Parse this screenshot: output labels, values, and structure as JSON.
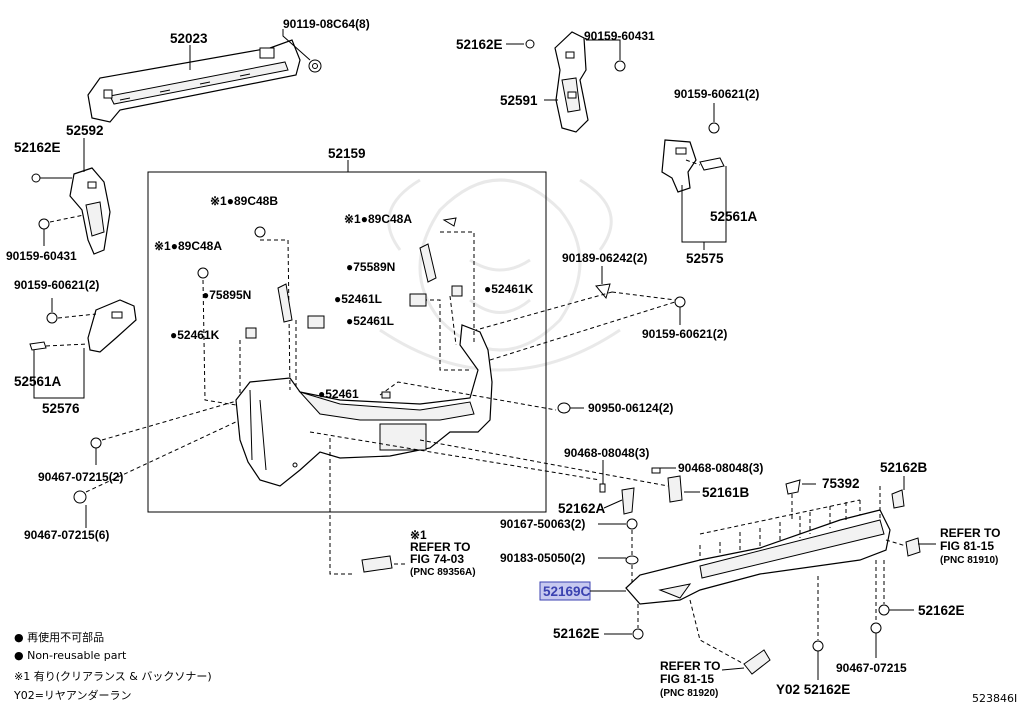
{
  "labels": {
    "p52023": "52023",
    "p90119": "90119-08C64(8)",
    "p52162e_tm": "52162E",
    "p90159_604_tm": "90159-60431",
    "p52591": "52591",
    "p90159_606_tr": "90159-60621(2)",
    "p52592": "52592",
    "p52162e_tl": "52162E",
    "p90159_604_l": "90159-60431",
    "p52159": "52159",
    "p89c48b": "※1●89C48B",
    "p89c48a_r": "※1●89C48A",
    "p89c48a_l": "※1●89C48A",
    "p75589n": "●75589N",
    "p75895n": "●75895N",
    "p52461k_r": "●52461K",
    "p52461l_1": "●52461L",
    "p52461l_2": "●52461L",
    "p52461k_l": "●52461K",
    "p52461": "●52461",
    "p52561a_r": "52561A",
    "p52575": "52575",
    "p90189": "90189-06242(2)",
    "p90159_606_r": "90159-60621(2)",
    "p90159_606_l": "90159-60621(2)",
    "p52561a_l": "52561A",
    "p52576": "52576",
    "p90950": "90950-06124(2)",
    "p90468_a": "90468-08048(3)",
    "p90468_b": "90468-08048(3)",
    "p52161b": "52161B",
    "p75392": "75392",
    "p52162b": "52162B",
    "p90467_a": "90467-07215(2)",
    "p90467_b": "90467-07215(6)",
    "p52162a": "52162A",
    "p90167": "90167-50063(2)",
    "p90183": "90183-05050(2)",
    "p52169c": "52169C",
    "p52162e_bl": "52162E",
    "p52162e_br": "52162E",
    "p90467_c": "90467-07215",
    "py02": "Y02 52162E",
    "ref_74_1": "※1",
    "ref_74_2": "REFER TO",
    "ref_74_3": "FIG 74-03",
    "ref_74_4": "(PNC 89356A)",
    "ref_81910_1": "REFER TO",
    "ref_81910_2": "FIG 81-15",
    "ref_81910_3": "(PNC 81910)",
    "ref_81920_1": "REFER TO",
    "ref_81920_2": "FIG 81-15",
    "ref_81920_3": "(PNC 81920)"
  },
  "legend": {
    "line1": "● 再使用不可部品",
    "line2": "● Non-reusable part",
    "line3": "※1 有り(クリアランス & バックソナー)",
    "line4": "Y02=リヤアンダーラン"
  },
  "figure_id": "523846I",
  "colors": {
    "highlight": "#3b42b0",
    "highlight_fill": "#c7c9f0"
  }
}
